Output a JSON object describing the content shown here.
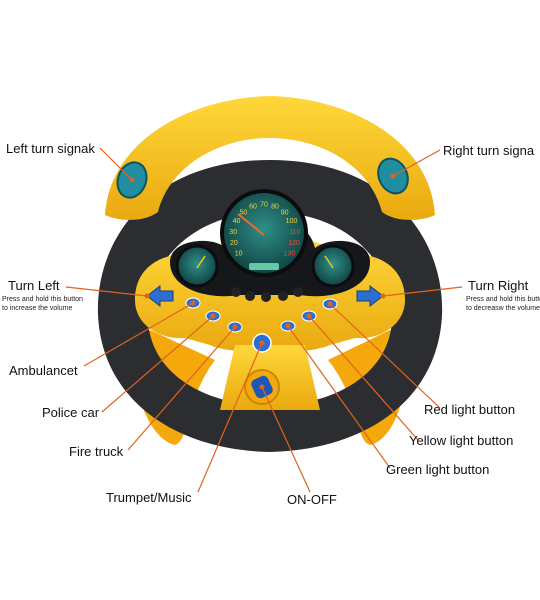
{
  "labels": {
    "left_turn_signal": "Left turn signak",
    "right_turn_signal": "Right turn signa",
    "turn_left": "Turn Left",
    "turn_left_note_1": "Press and hold this button",
    "turn_left_note_2": "to increase the volume",
    "turn_right": "Turn Right",
    "turn_right_note_1": "Press and hold this button",
    "turn_right_note_2": "to  decreasw the volume",
    "ambulance": "Ambulancet",
    "police_car": "Police car",
    "fire_truck": "Fire truck",
    "trumpet_music": "Trumpet/Music",
    "on_off": "ON-OFF",
    "red_light": "Red light button",
    "yellow_light": "Yellow light button",
    "green_light": "Green light button"
  },
  "dashboard": {
    "speed_ticks": [
      "10",
      "20",
      "30",
      "40",
      "50",
      "60",
      "70",
      "80",
      "90",
      "100",
      "110",
      "120",
      "130"
    ]
  },
  "colors": {
    "wheel_yellow": "#f5c518",
    "wheel_black": "#2b2d30",
    "button_blue": "#2a6fd1",
    "leader_orange": "#e2621b",
    "gauge_teal": "#1e6e6a"
  }
}
